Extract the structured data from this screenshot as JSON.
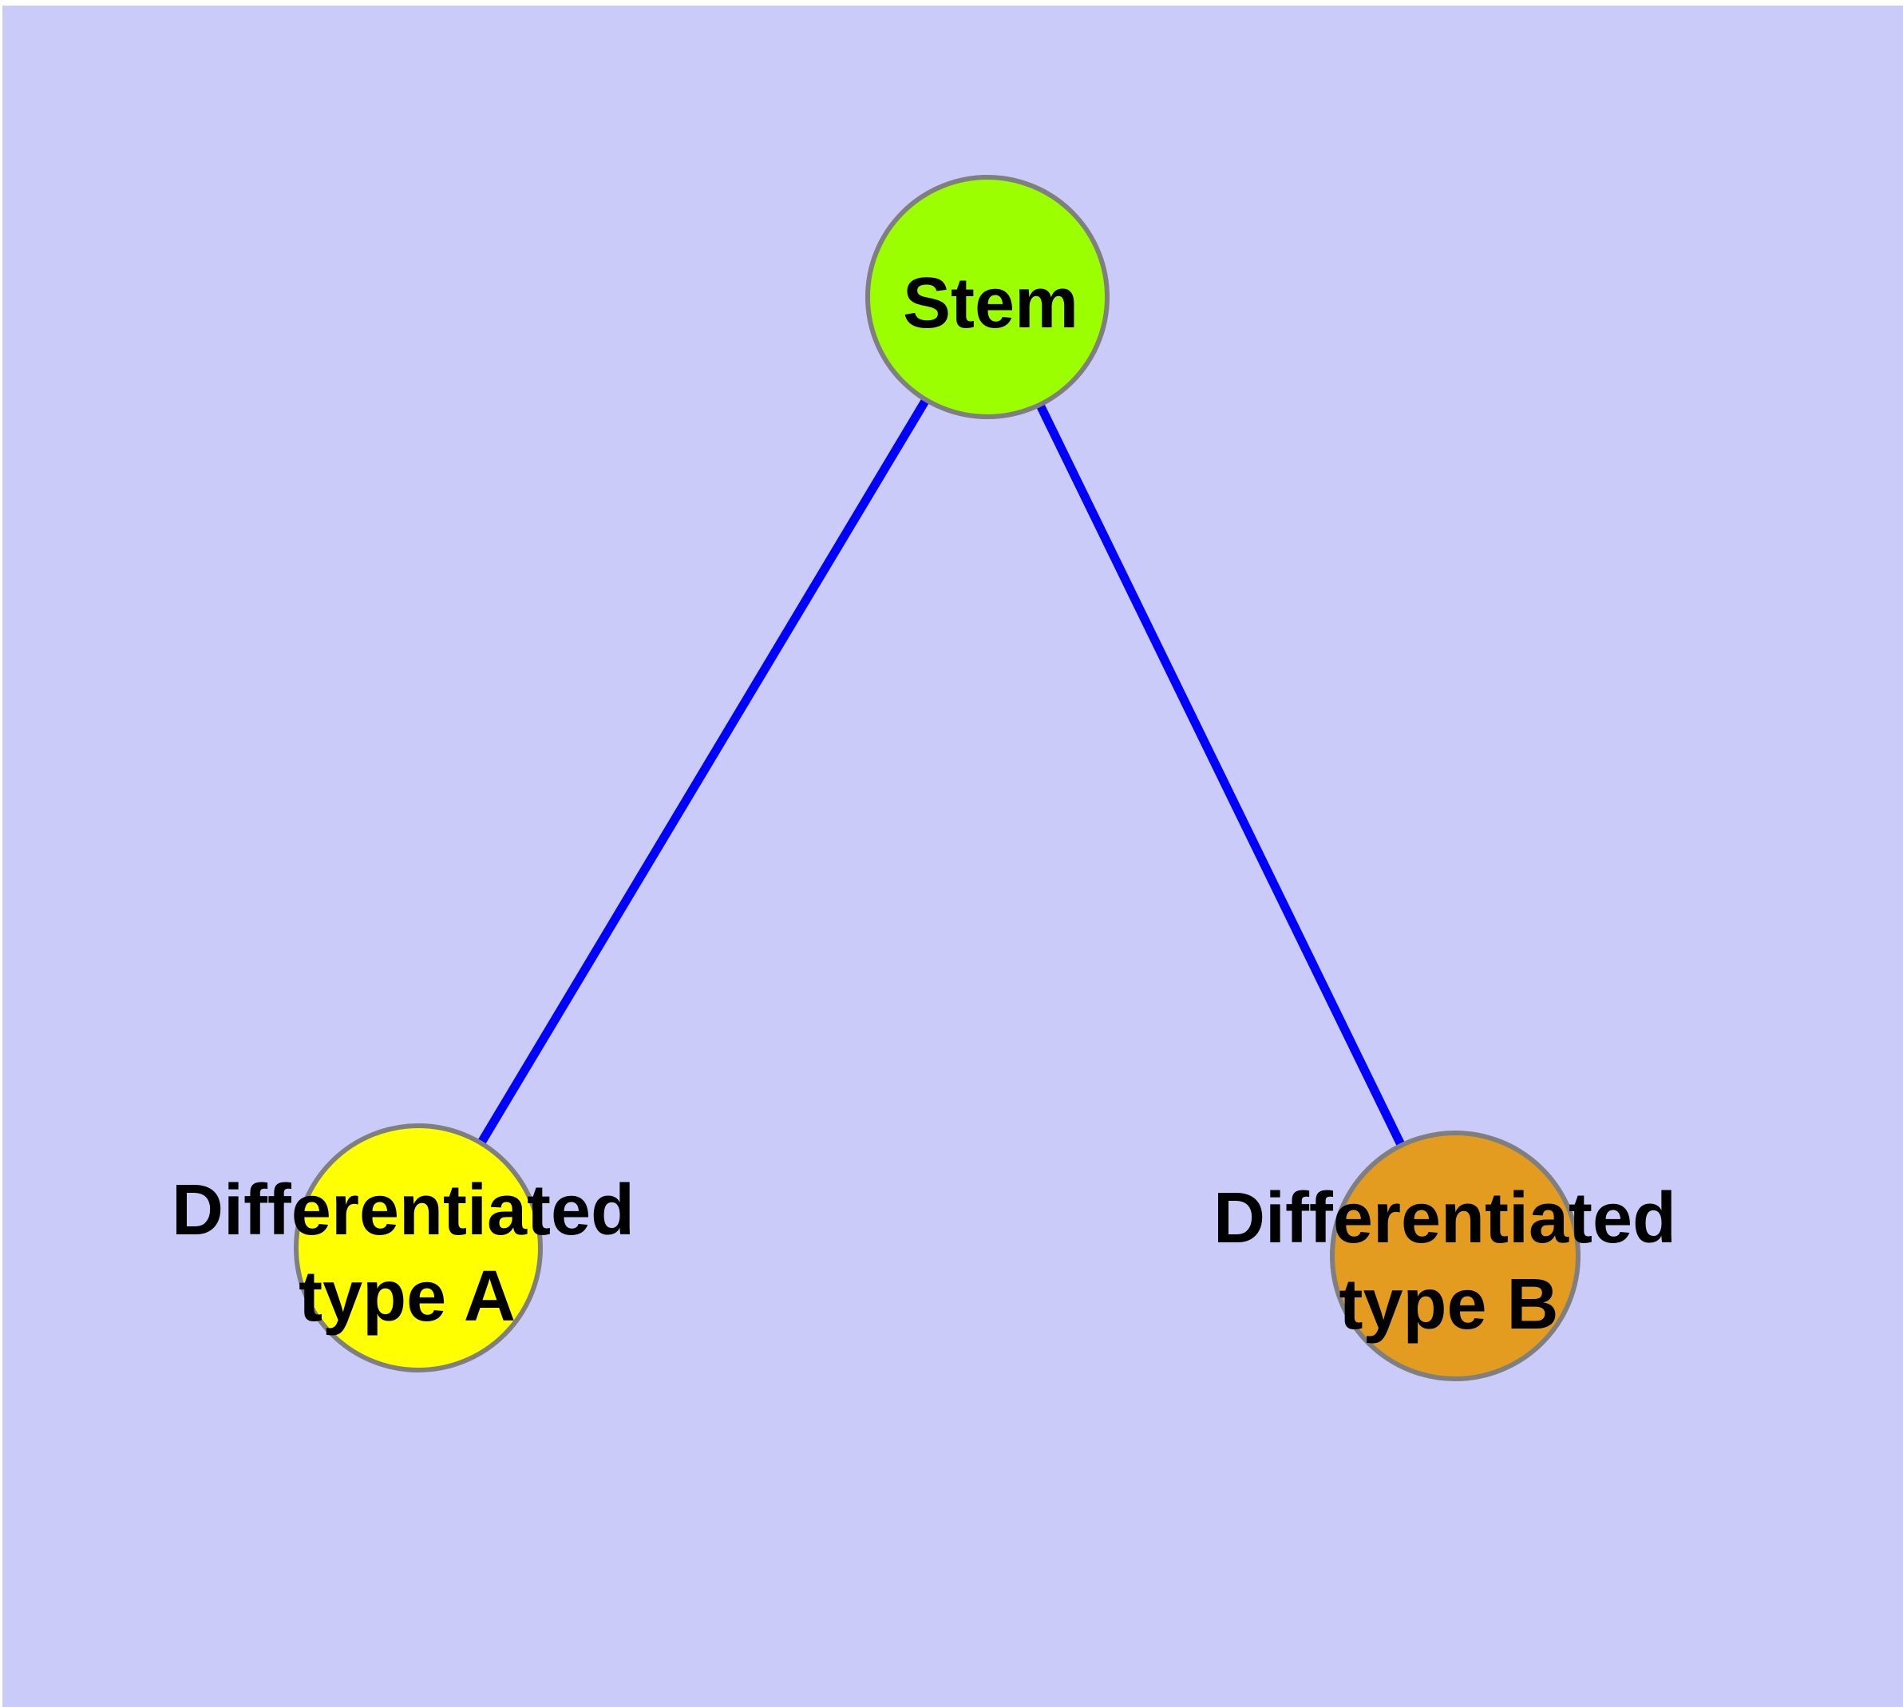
{
  "diagram": {
    "title": "stem-cell-differentiation-graph",
    "background_color": "#CBCBF9",
    "edge_color": "#0000FF",
    "node_border_color": "#7F7F7F",
    "label_color": "#000000",
    "nodes": {
      "stem": {
        "label": "Stem",
        "fill": "#9BFF00"
      },
      "type_a": {
        "label_line1": "Differentiated",
        "label_line2": "type A",
        "fill": "#FFFF00"
      },
      "type_b": {
        "label_line1": "Differentiated",
        "label_line2": "type B",
        "fill": "#E49C20"
      }
    },
    "edges": [
      {
        "from": "stem",
        "to": "type_a"
      },
      {
        "from": "stem",
        "to": "type_b"
      }
    ]
  }
}
